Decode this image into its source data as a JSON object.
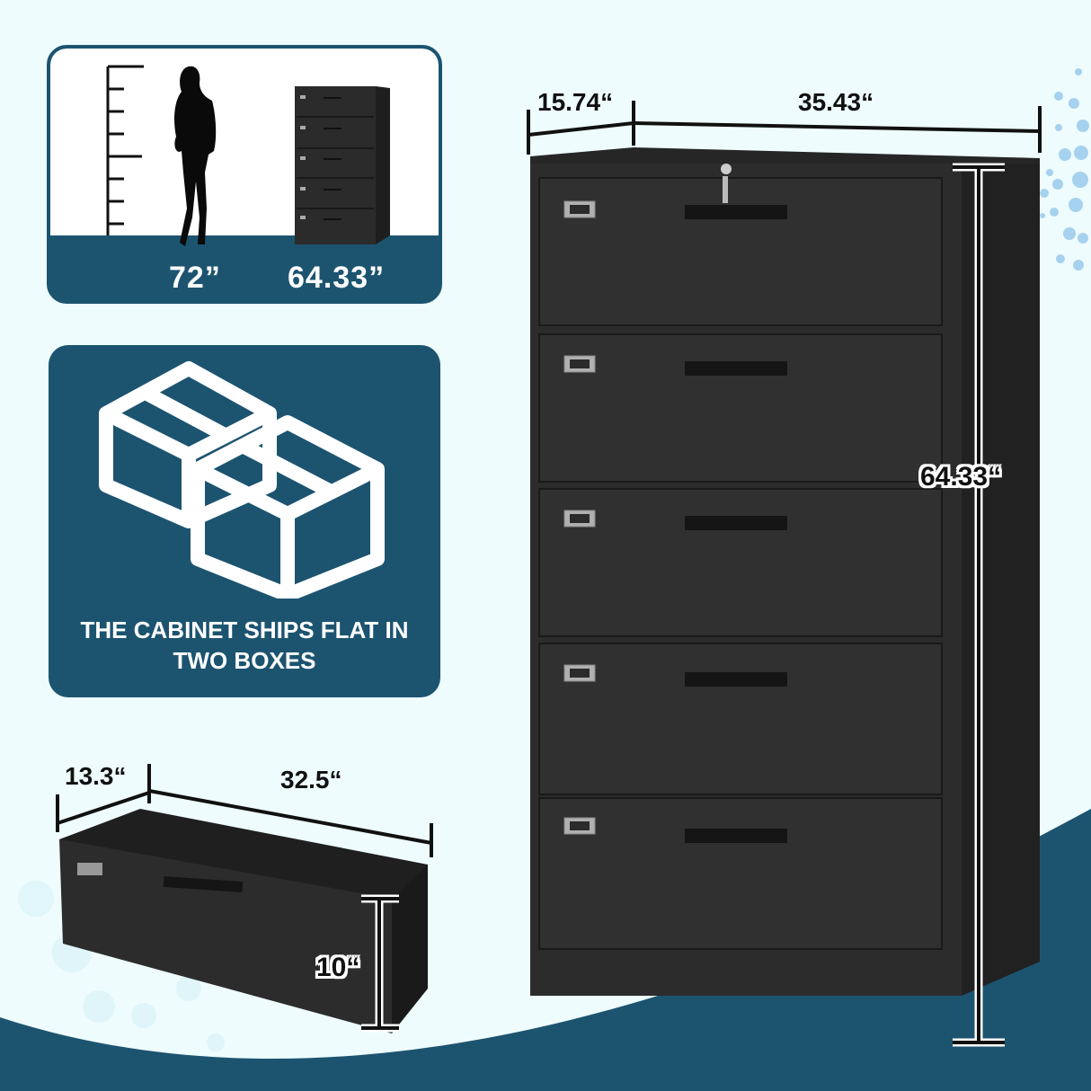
{
  "colors": {
    "background": "#eefcfd",
    "brand_teal": "#1c5470",
    "cabinet_black": "#2b2b2b",
    "dot_blue": "#9fcdee",
    "text_white": "#ffffff",
    "text_dark": "#111111"
  },
  "height_comparison": {
    "person_height": "72”",
    "cabinet_height": "64.33”",
    "ruler_ticks": 9
  },
  "shipping": {
    "icon": "two-boxes-icon",
    "line1": "THE CABINET SHIPS FLAT IN",
    "line2": "TWO BOXES"
  },
  "cabinet": {
    "depth": "15.74“",
    "width": "35.43“",
    "height": "64.33“",
    "drawer_count": 5
  },
  "drawer": {
    "depth": "13.3“",
    "width": "32.5“",
    "height": "10“"
  }
}
